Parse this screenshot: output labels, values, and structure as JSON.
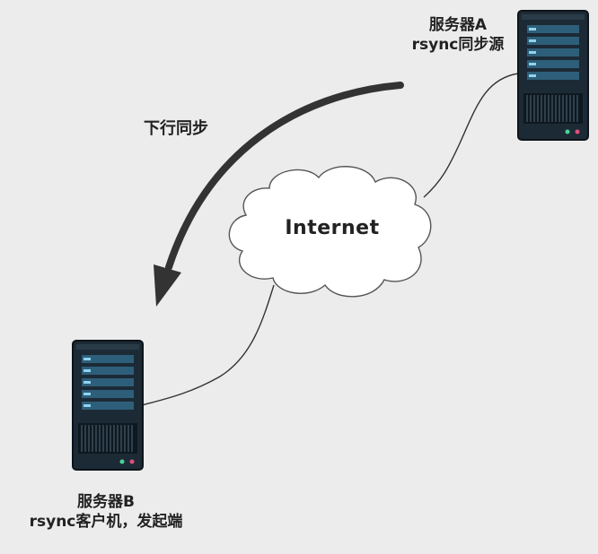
{
  "server_a": {
    "name": "服务器A",
    "role": "rsync同步源"
  },
  "server_b": {
    "name": "服务器B",
    "role": "rsync客户机，发起端"
  },
  "network": {
    "label": "Internet"
  },
  "direction": {
    "label": "下行同步"
  },
  "colors": {
    "background": "#ececec",
    "server_body": "#1c2a36",
    "server_accent": "#4aa3c8",
    "arrow": "#333333",
    "cloud_fill": "#ffffff",
    "cloud_stroke": "#555555"
  }
}
